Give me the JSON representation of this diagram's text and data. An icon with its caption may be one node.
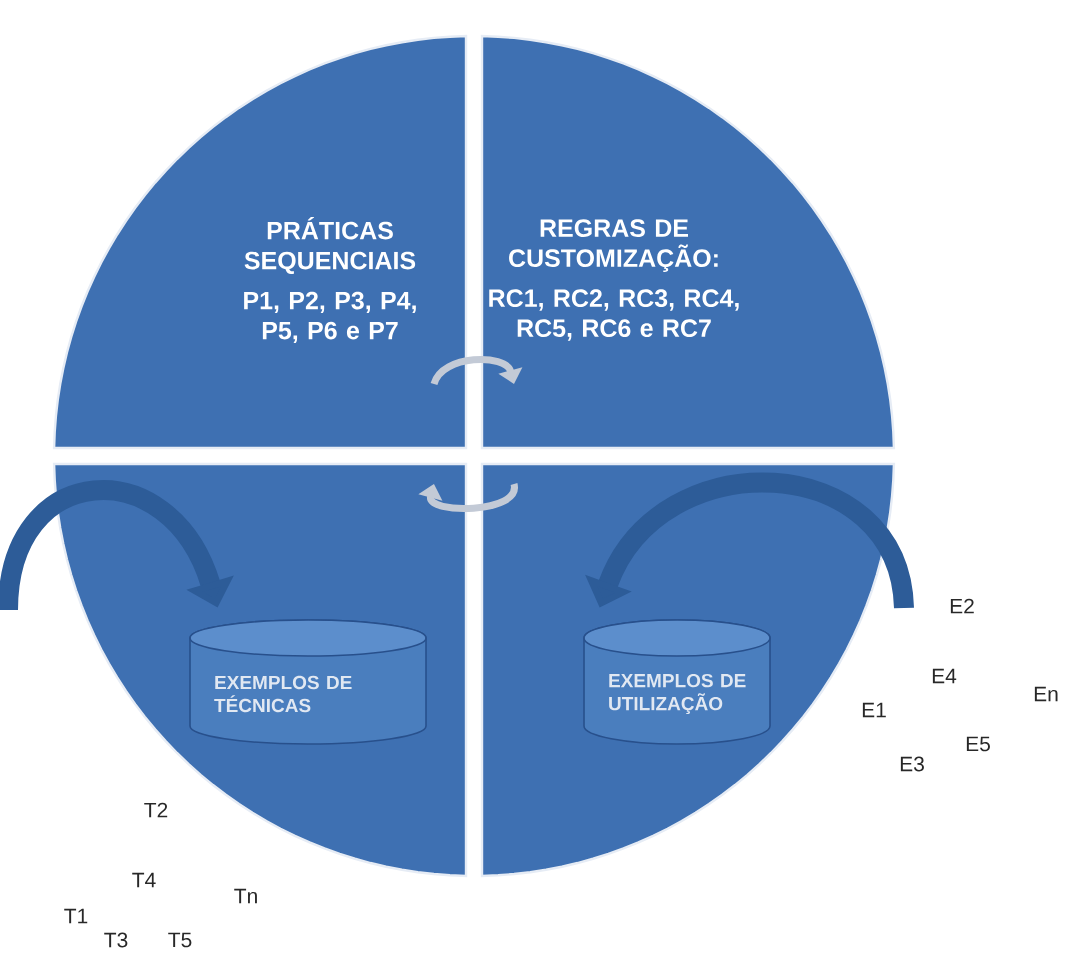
{
  "diagram": {
    "nodes": [
      {
        "text": [
          "PRÁTICAS SEQUENCIAIS",
          "P1, P2, P3, P4, P5, P6 e P7"
        ]
      },
      {
        "text": [
          "REGRAS DE CUSTOMIZAÇÃO:",
          "RC1, RC2, RC3, RC4, RC5, RC6 e RC7"
        ]
      },
      {
        "text": [],
        "shape": "sector"
      },
      {
        "text": [],
        "shape": "sector"
      },
      {
        "text": [
          "EXEMPLOS DE TÉCNICAS"
        ],
        "in": 2
      },
      {
        "text": [
          "EXEMPLOS DE UTILIZAÇÃO"
        ],
        "in": 3
      }
    ],
    "edges": [
      {
        "from": 0,
        "to": 1,
        "arrow": "to",
        "color": "#c3cad6"
      },
      {
        "from": 3,
        "to": 2,
        "arrow": "to",
        "color": "#c3cad6"
      },
      {
        "from": null,
        "to": 4,
        "arrow": "to",
        "style": "thick",
        "color": "#2d5c98"
      },
      {
        "from": null,
        "to": 5,
        "arrow": "to",
        "style": "thick",
        "color": "#2d5c98"
      }
    ],
    "labels": [
      "T2",
      "T4",
      "Tn",
      "T1",
      "T5",
      "T3",
      "E2",
      "E4",
      "En",
      "E1",
      "E5",
      "E3"
    ]
  }
}
